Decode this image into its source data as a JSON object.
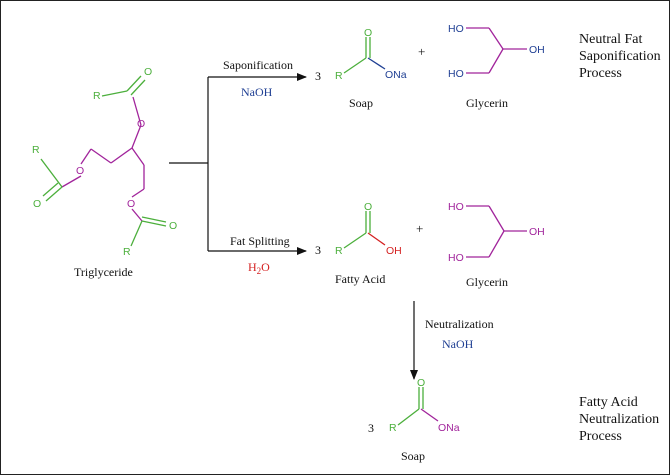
{
  "colors": {
    "green": "#4caf3c",
    "magenta": "#a1249b",
    "blue": "#1f3f93",
    "red": "#d42020",
    "black": "#111111"
  },
  "triglyceride": {
    "r_labels": [
      "R",
      "R",
      "R"
    ],
    "o_labels": [
      "O",
      "O",
      "O",
      "O",
      "O",
      "O"
    ],
    "name": "Triglyceride"
  },
  "saponification": {
    "label": "Saponification",
    "reagent": "NaOH",
    "coefficient": "3",
    "soap": {
      "r": "R",
      "o": "O",
      "ona": "ONa",
      "name": "Soap"
    },
    "plus": "+",
    "glycerin": {
      "ho_top": "HO",
      "oh": "OH",
      "ho_bottom": "HO",
      "name": "Glycerin"
    },
    "process_title": [
      "Neutral Fat",
      "Saponification",
      "Process"
    ]
  },
  "fat_splitting": {
    "label": "Fat Splitting",
    "reagent_main": "H",
    "reagent_sub": "2",
    "reagent_end": "O",
    "coefficient": "3",
    "fatty_acid": {
      "r": "R",
      "o": "O",
      "oh": "OH",
      "name": "Fatty Acid"
    },
    "plus": "+",
    "glycerin": {
      "ho_top": "HO",
      "oh": "OH",
      "ho_bottom": "HO",
      "name": "Glycerin"
    }
  },
  "neutralization": {
    "label": "Neutralization",
    "reagent": "NaOH",
    "coefficient": "3",
    "soap": {
      "r": "R",
      "o": "O",
      "ona": "ONa",
      "name": "Soap"
    },
    "process_title": [
      "Fatty Acid",
      "Neutralization",
      "Process"
    ]
  }
}
